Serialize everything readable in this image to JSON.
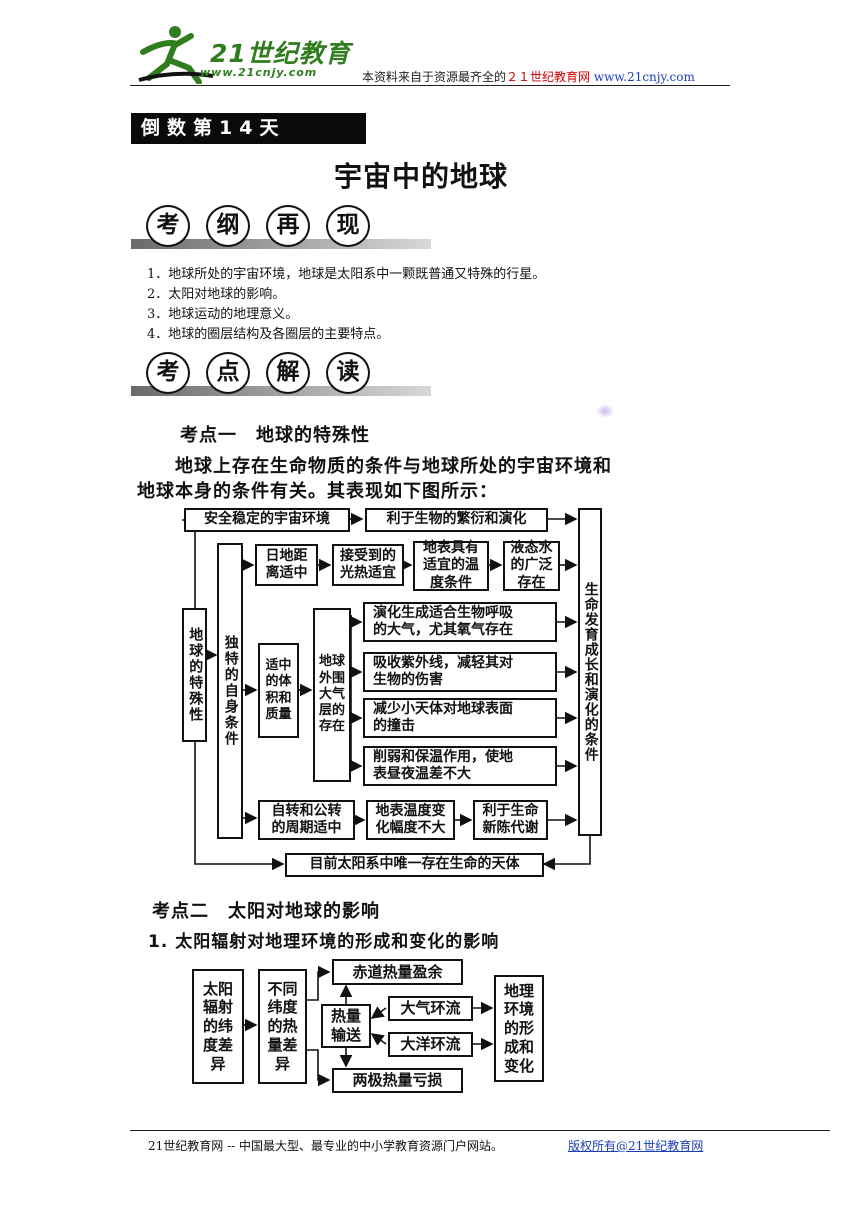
{
  "header": {
    "logo_text": "21世纪教育",
    "logo_url": "www.21cnjy.com",
    "note_prefix": "本资料来自于资源最齐全的",
    "note_site": "２１世纪教育网",
    "note_url": "www.21cnjy.com"
  },
  "banner": "倒数第14天",
  "page_title": "宇宙中的地球",
  "section1": {
    "chars": [
      "考",
      "纲",
      "再",
      "现"
    ]
  },
  "outline": [
    "1．地球所处的宇宙环境，地球是太阳系中一颗既普通又特殊的行星。",
    "2．太阳对地球的影响。",
    "3．地球运动的地理意义。",
    "4．地球的圈层结构及各圈层的主要特点。"
  ],
  "section2": {
    "chars": [
      "考",
      "点",
      "解",
      "读"
    ]
  },
  "kp1": {
    "title": "考点一　地球的特殊性",
    "para_line1": "地球上存在生命物质的条件与地球所处的宇宙环境和",
    "para_line2": "地球本身的条件有关。其表现如下图所示：",
    "diagram": {
      "safe_env": "安全稳定的宇宙环境",
      "evolution": "利于生物的繁衍和演化",
      "earth_special": "地球的特殊性",
      "unique_conditions": "独特的自身条件",
      "distance_line1": "日地距",
      "distance_line2": "离适中",
      "heat_line1": "接受到的",
      "heat_line2": "光热适宜",
      "temp_line1": "地表具有",
      "temp_line2": "适宜的温",
      "temp_line3": "度条件",
      "water_line1": "液态水",
      "water_line2": "的广泛",
      "water_line3": "存在",
      "volume_mass": "适中的体积和质量",
      "atmosphere": "地球外围大气层的存在",
      "atm1_line1": "演化生成适合生物呼吸",
      "atm1_line2": "的大气，尤其氧气存在",
      "atm2_line1": "吸收紫外线，减轻其对",
      "atm2_line2": "生物的伤害",
      "atm3_line1": "减少小天体对地球表面",
      "atm3_line2": "的撞击",
      "atm4_line1": "削弱和保温作用，使地",
      "atm4_line2": "表昼夜温差不大",
      "rotation_line1": "自转和公转",
      "rotation_line2": "的周期适中",
      "temp_change_line1": "地表温度变",
      "temp_change_line2": "化幅度不大",
      "metabolism_line1": "利于生命",
      "metabolism_line2": "新陈代谢",
      "life_conditions": "生命发育成长和演化的条件",
      "only_life": "目前太阳系中唯一存在生命的天体"
    }
  },
  "kp2": {
    "title": "考点二　太阳对地球的影响",
    "subtitle": "1. 太阳辐射对地理环境的形成和变化的影响",
    "diagram": {
      "solar_lat": "太阳辐射的纬度差异",
      "heat_diff": "不同纬度的热量差异",
      "equator": "赤道热量盈余",
      "transport": "热量输送",
      "atm_circ": "大气环流",
      "ocean_circ": "大洋环流",
      "poles": "两极热量亏损",
      "geo_env": "地理环境的形成和变化"
    }
  },
  "footer": {
    "text": "21世纪教育网 -- 中国最大型、最专业的中小学教育资源门户网站。",
    "link": "版权所有@21世纪教育网"
  }
}
